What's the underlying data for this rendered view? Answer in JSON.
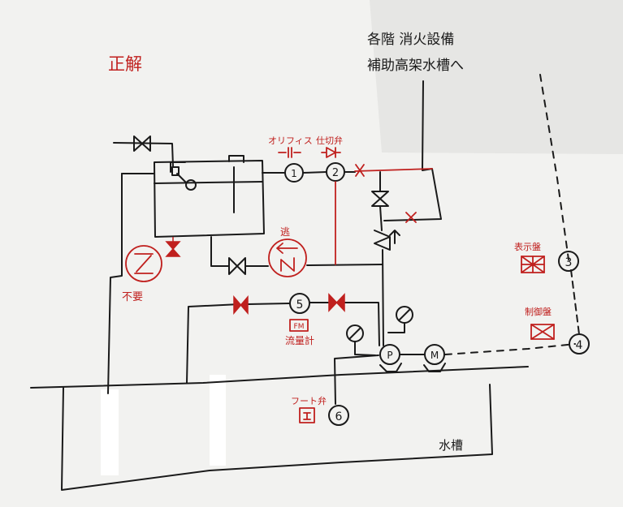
{
  "header": {
    "note_line1": "各階 消火設備",
    "note_line2": "補助高架水槽へ"
  },
  "title": "正解",
  "labels": {
    "orifice": "オリフィス",
    "check_valve": "仕切弁",
    "not_needed": "不要",
    "flow_meter_tag": "FM",
    "flow_meter": "流量計",
    "foot_valve": "フート弁",
    "water_tank": "水槽",
    "alarm_board": "表示盤",
    "control_board": "制御盤",
    "relief": "逃"
  },
  "numbers": {
    "n1": "1",
    "n2": "2",
    "n3": "3",
    "n4": "4",
    "n5": "5",
    "n6": "6"
  },
  "pump_labels": {
    "pump": "P",
    "motor": "M"
  },
  "colors": {
    "ink": "#1a1a1a",
    "red": "#c0201e",
    "paper": "#f4f4f2",
    "background": "#d9d9d9"
  }
}
